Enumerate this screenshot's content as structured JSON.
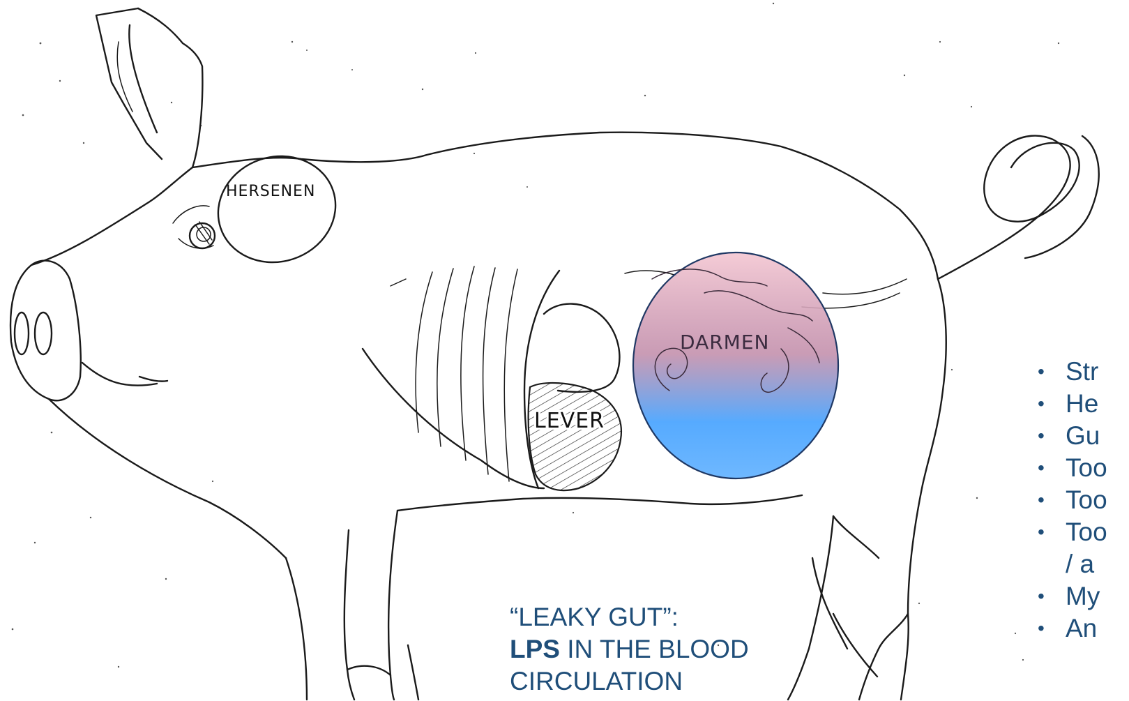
{
  "drawing": {
    "labels": {
      "brain": "HERSENEN",
      "intestines": "DARMEN",
      "liver": "LEVER"
    }
  },
  "caption": {
    "line1": "“LEAKY GUT”:",
    "line2_bold": "LPS",
    "line2_rest": " IN THE BLOOD",
    "line3": "CIRCULATION"
  },
  "bullets": [
    "Str",
    "He",
    "Gu",
    "Too",
    "Too",
    "Too",
    "/ a",
    "My",
    "An"
  ],
  "colors": {
    "text": "#1f4e79",
    "gut_gradient_top": "#f2c7d3",
    "gut_gradient_bottom": "#4aa8ff",
    "gut_outline": "#1f3864"
  }
}
